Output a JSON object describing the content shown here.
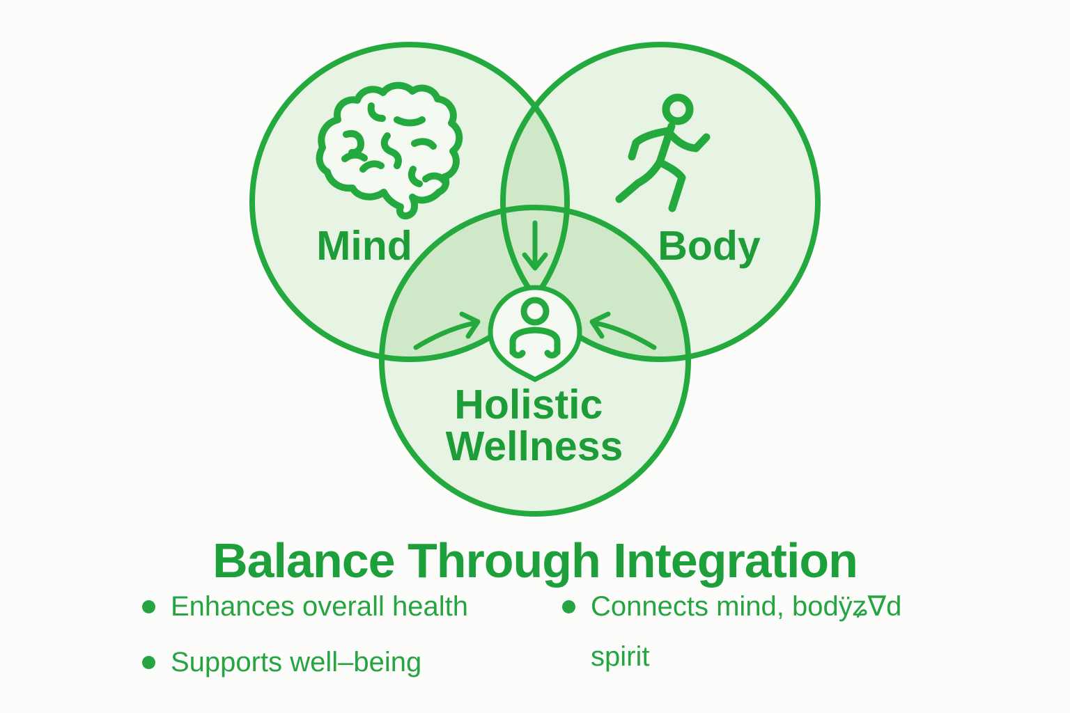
{
  "colors": {
    "stroke_green": "#24a93e",
    "label_green": "#1d9c38",
    "text_green": "#25a441",
    "circle_fill": "#e7f4e3",
    "overlap_fill": "#cfe9c8",
    "badge_fill": "#f4faf1",
    "background": "#fcfcfa"
  },
  "venn": {
    "mind": {
      "label": "Mind",
      "icon": "brain-icon"
    },
    "body": {
      "label": "Body",
      "icon": "runner-icon"
    },
    "wellness": {
      "label_line1": "Holistic",
      "label_line2": "Wellness",
      "icon": "meditating-person-icon"
    },
    "arrows": [
      "down-arrow-icon",
      "curved-arrow-left-icon",
      "curved-arrow-right-icon"
    ]
  },
  "caption": {
    "title": "Balance Through Integration",
    "left_bullets": [
      "Enhances overall health",
      "Supports well–being"
    ],
    "right_bullets": [
      "Connects mind, bodÿʑ∇d\nspirit"
    ]
  }
}
